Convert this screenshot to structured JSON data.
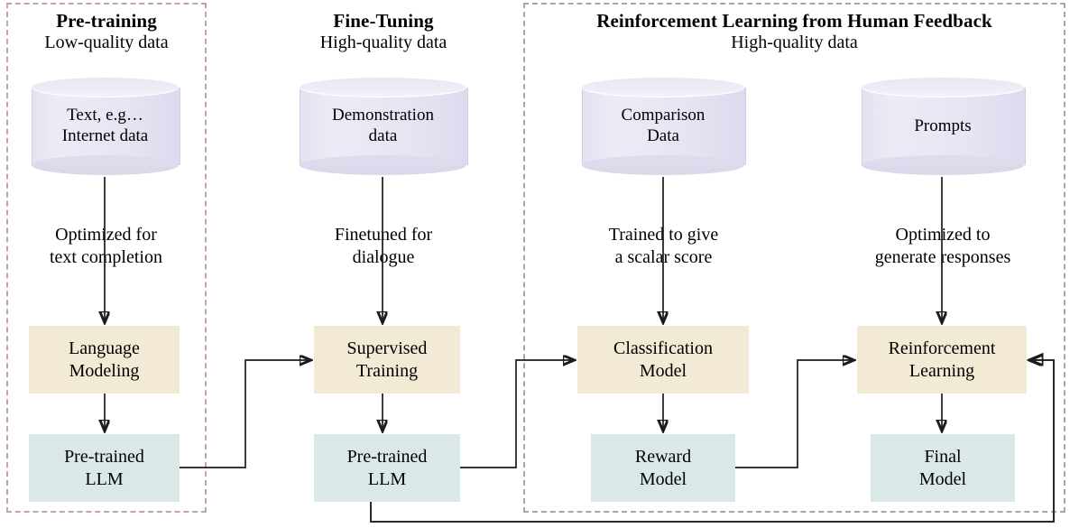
{
  "diagram": {
    "title": "LLM training pipeline: Pre-training, Fine-Tuning and RLHF",
    "colors": {
      "beige_box": "#f3ead5",
      "blue_box": "#dbe8e8",
      "cylinder": "#e6e5f3",
      "dashed_pretraining": "#c3a2ab",
      "dashed_rlhf": "#a6a6a6",
      "connector": "#1b1b1b"
    }
  },
  "regions": {
    "pretraining": {
      "name": "pretraining-region",
      "border_style": "dashed",
      "border_color": "#c3a2ab"
    },
    "rlhf": {
      "name": "rlhf-region",
      "border_style": "dashed",
      "border_color": "#a6a6a6"
    }
  },
  "headers": {
    "pretraining": {
      "title": "Pre-training",
      "subtitle": "Low-quality data"
    },
    "finetuning": {
      "title": "Fine-Tuning",
      "subtitle": "High-quality data"
    },
    "rlhf": {
      "title": "Reinforcement Learning from Human Feedback",
      "subtitle": "High-quality data"
    }
  },
  "datastores": [
    {
      "id": "pretraining-data",
      "line1": "Text, e.g…",
      "line2": "Internet data"
    },
    {
      "id": "demonstration-data",
      "line1": "Demonstration",
      "line2": "data"
    },
    {
      "id": "comparison-data",
      "line1": "Comparison",
      "line2": "Data"
    },
    {
      "id": "prompts-data",
      "line1": "Prompts",
      "line2": ""
    }
  ],
  "annotations": [
    {
      "id": "pretraining-objective",
      "line1": "Optimized for",
      "line2": "text completion"
    },
    {
      "id": "finetuning-objective",
      "line1": "Finetuned for",
      "line2": "dialogue"
    },
    {
      "id": "reward-objective",
      "line1": "Trained to give",
      "line2": "a scalar score"
    },
    {
      "id": "rl-objective",
      "line1": "Optimized to",
      "line2": "generate responses"
    }
  ],
  "boxes": {
    "language_modeling": {
      "line1": "Language",
      "line2": "Modeling",
      "kind": "process"
    },
    "pretrained_llm_1": {
      "line1": "Pre-trained",
      "line2": "LLM",
      "kind": "model"
    },
    "supervised_training": {
      "line1": "Supervised",
      "line2": "Training",
      "kind": "process"
    },
    "pretrained_llm_2": {
      "line1": "Pre-trained",
      "line2": "LLM",
      "kind": "model"
    },
    "classification_model": {
      "line1": "Classification",
      "line2": "Model",
      "kind": "process"
    },
    "reward_model": {
      "line1": "Reward",
      "line2": "Model",
      "kind": "model"
    },
    "reinforcement_learning": {
      "line1": "Reinforcement",
      "line2": "Learning",
      "kind": "process"
    },
    "final_model": {
      "line1": "Final",
      "line2": "Model",
      "kind": "model"
    }
  },
  "connectors": [
    {
      "id": "pretraining-data-to-lm",
      "from": "pretraining-data",
      "to": "language_modeling",
      "arrow": true
    },
    {
      "id": "lm-to-pretrained-llm-1",
      "from": "language_modeling",
      "to": "pretrained_llm_1",
      "arrow": true
    },
    {
      "id": "pretrained-llm-1-to-supervised-training",
      "from": "pretrained_llm_1",
      "to": "supervised_training",
      "arrow": true
    },
    {
      "id": "demonstration-data-to-supervised-training",
      "from": "demonstration-data",
      "to": "supervised_training",
      "arrow": true
    },
    {
      "id": "supervised-training-to-pretrained-llm-2",
      "from": "supervised_training",
      "to": "pretrained_llm_2",
      "arrow": true
    },
    {
      "id": "pretrained-llm-2-to-classification-model",
      "from": "pretrained_llm_2",
      "to": "classification_model",
      "arrow": true
    },
    {
      "id": "comparison-data-to-classification-model",
      "from": "comparison-data",
      "to": "classification_model",
      "arrow": true
    },
    {
      "id": "classification-model-to-reward-model",
      "from": "classification_model",
      "to": "reward_model",
      "arrow": true
    },
    {
      "id": "reward-model-to-reinforcement-learning",
      "from": "reward_model",
      "to": "reinforcement_learning",
      "arrow": true
    },
    {
      "id": "prompts-to-reinforcement-learning",
      "from": "prompts-data",
      "to": "reinforcement_learning",
      "arrow": true
    },
    {
      "id": "reinforcement-learning-to-final-model",
      "from": "reinforcement_learning",
      "to": "final_model",
      "arrow": true
    },
    {
      "id": "pretrained-llm-2-feedback-to-reinforcement-learning",
      "from": "pretrained_llm_2",
      "to": "reinforcement_learning",
      "arrow": true
    }
  ]
}
